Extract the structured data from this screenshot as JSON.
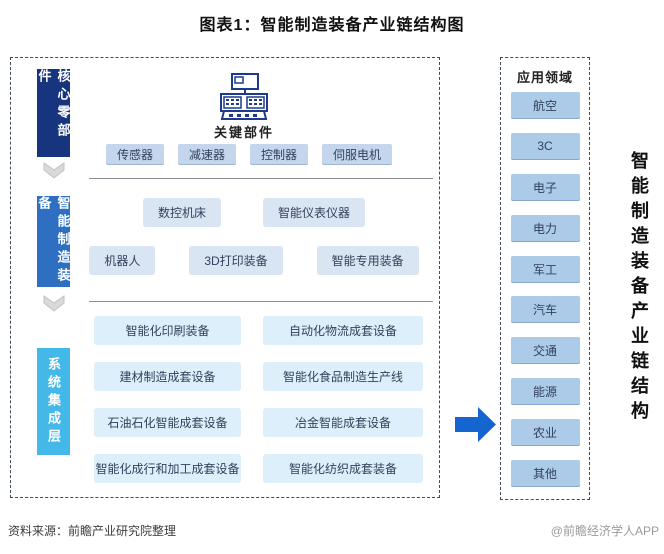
{
  "title": "图表1：智能制造装备产业链结构图",
  "side_title": "智能制造装备产业链结构",
  "chain": {
    "stages": [
      {
        "label": "核心零部件",
        "color": "#17357e"
      },
      {
        "label": "智能制造装备",
        "color": "#2f6fc2"
      },
      {
        "label": "系统集成层",
        "color": "#44b8e8"
      }
    ],
    "key_parts": {
      "icon": "control-panel-icon",
      "label": "关键部件",
      "items": [
        "传感器",
        "减速器",
        "控制器",
        "伺服电机"
      ]
    },
    "equipment": {
      "row1": [
        "数控机床",
        "智能仪表仪器"
      ],
      "row2": [
        "机器人",
        "3D打印装备",
        "智能专用装备"
      ]
    },
    "integration": {
      "rows": [
        [
          "智能化印刷装备",
          "自动化物流成套设备"
        ],
        [
          "建材制造成套设备",
          "智能化食品制造生产线"
        ],
        [
          "石油石化智能成套设备",
          "冶金智能成套设备"
        ],
        [
          "智能化成行和加工成套设备",
          "智能化纺织成套装备"
        ]
      ]
    }
  },
  "application": {
    "header": "应用领域",
    "items": [
      "航空",
      "3C",
      "电子",
      "电力",
      "军工",
      "汽车",
      "交通",
      "能源",
      "农业",
      "其他"
    ]
  },
  "footer": {
    "source": "资料来源：前瞻产业研究院整理",
    "credit": "@前瞻经济学人APP"
  },
  "colors": {
    "stage_core": "#17357e",
    "stage_equipment": "#2f6fc2",
    "stage_integration": "#44b8e8",
    "chip_bg": "#c4d6ec",
    "equip_bg": "#d9e5f3",
    "integration_bg": "#ddeffa",
    "app_item_bg": "#abcbe9",
    "flow_arrow": "#1565d0",
    "dashed_border": "#3d4a5f"
  }
}
